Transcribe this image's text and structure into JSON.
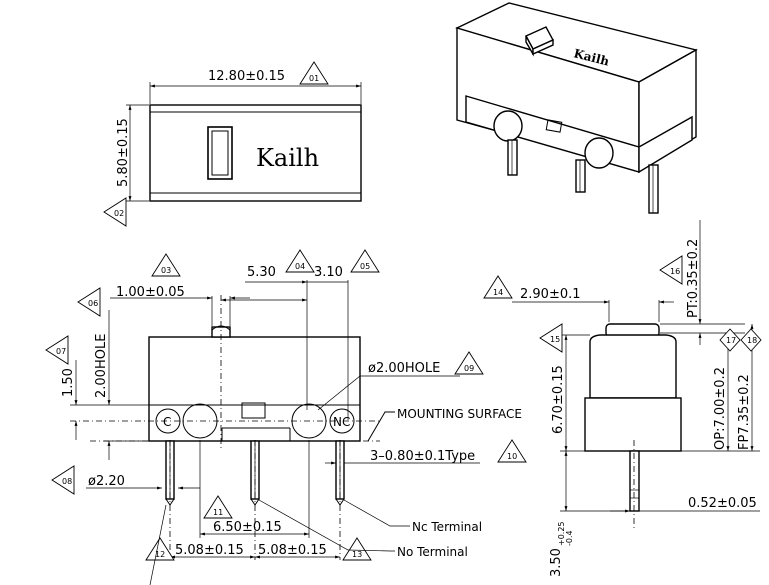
{
  "brand": "Kailh",
  "dimensions": {
    "length": "12.80±0.15",
    "width": "5.80±0.15",
    "d530": "5.30",
    "d310": "3.10",
    "d100": "1.00±0.05",
    "hole200": "2.00HOLE",
    "d150": "1.50",
    "hole_dia": "ø2.00HOLE",
    "mounting": "MOUNTING SURFACE",
    "type080": "3–0.80±0.1Type",
    "pin_dia": "ø2.20",
    "d650": "6.50±0.15",
    "d508a": "5.08±0.15",
    "d508b": "5.08±0.15",
    "pt": "PT:0.35±0.2",
    "d290": "2.90±0.1",
    "d670": "6.70±0.15",
    "op": "OP:7.00±0.2",
    "fp": "FP7.35±0.2",
    "d052": "0.52±0.05",
    "d350": "3.50",
    "tol_hi": "+0.25",
    "tol_lo": "-0.4"
  },
  "terminals": {
    "c_pin": "C",
    "nc_pin": "NC",
    "nc_terminal": "Nc Terminal",
    "no_terminal": "No Terminal"
  },
  "markers": {
    "m01": "01",
    "m02": "02",
    "m03": "03",
    "m04": "04",
    "m05": "05",
    "m06": "06",
    "m07": "07",
    "m08": "08",
    "m09": "09",
    "m10": "10",
    "m11": "11",
    "m12": "12",
    "m13": "13",
    "m14": "14",
    "m15": "15",
    "m16": "16",
    "m17": "17",
    "m18": "18"
  }
}
